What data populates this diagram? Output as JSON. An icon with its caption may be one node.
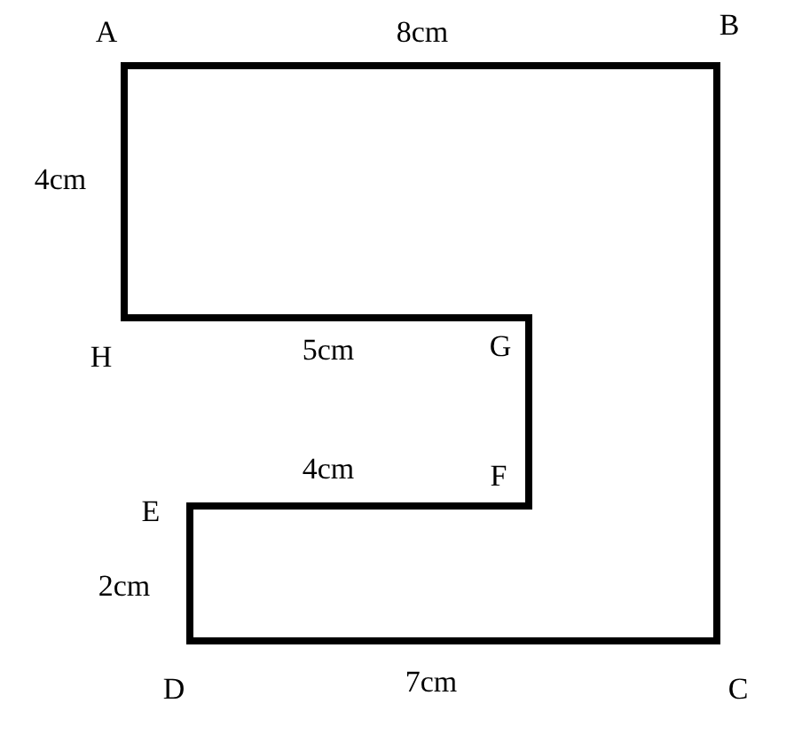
{
  "diagram": {
    "labels": [
      "A",
      "8cm",
      "B",
      "4cm",
      "H",
      "5cm",
      "G",
      "4cm",
      "F",
      "E",
      "2cm",
      "D",
      "7cm",
      "C"
    ]
  }
}
